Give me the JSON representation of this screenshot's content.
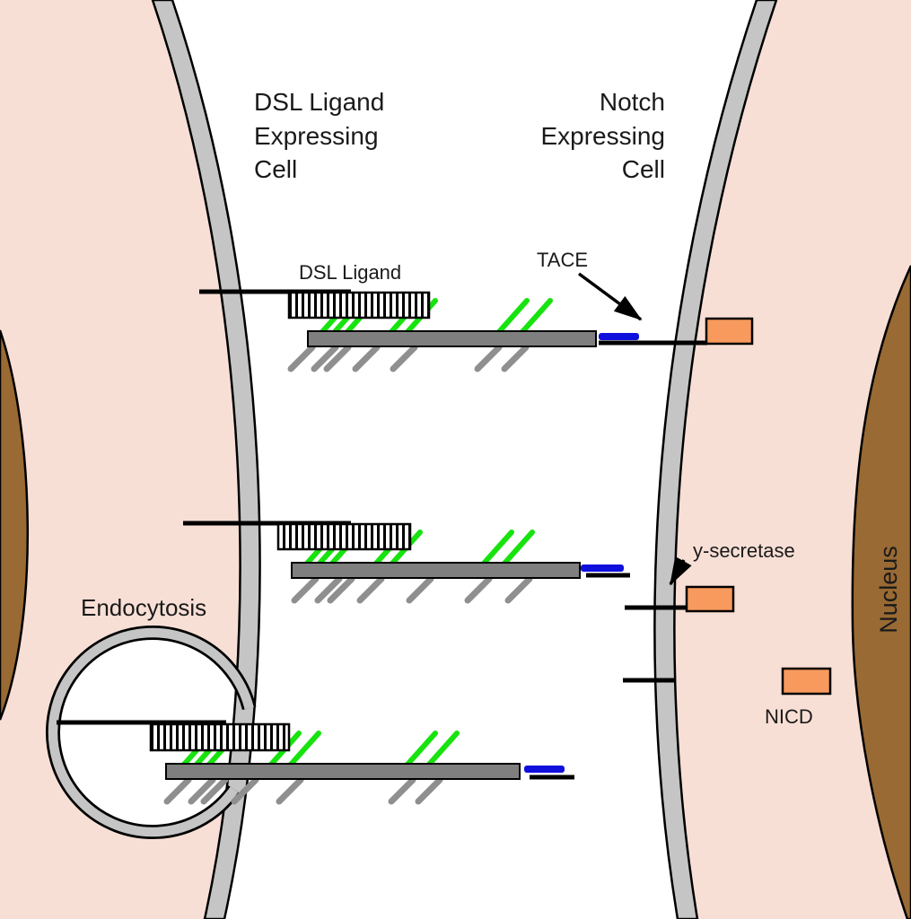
{
  "header": {
    "left_cell": [
      "DSL Ligand",
      "Expressing",
      "Cell"
    ],
    "right_cell": [
      "Notch",
      "Expressing",
      "Cell"
    ]
  },
  "labels": {
    "dsl_ligand": "DSL Ligand",
    "tace": "TACE",
    "gamma_secretase": "y-secretase",
    "endocytosis": "Endocytosis",
    "nicd": "NICD",
    "nucleus": "Nucleus"
  },
  "colors": {
    "background": "#ffffff",
    "cell_fill": "#f8dfd6",
    "membrane_fill": "#c5c5c5",
    "nucleus_fill": "#996a33",
    "nucleus_text": "#ffffff",
    "nicd_fill": "#f89a5e",
    "egf_green": "#17e30e",
    "cleavage_blue": "#1010dd",
    "receptor_gray": "#7f7f7f",
    "tick_gray": "#8f8f8f",
    "outline": "#000000",
    "text": "#1a1a1a"
  }
}
